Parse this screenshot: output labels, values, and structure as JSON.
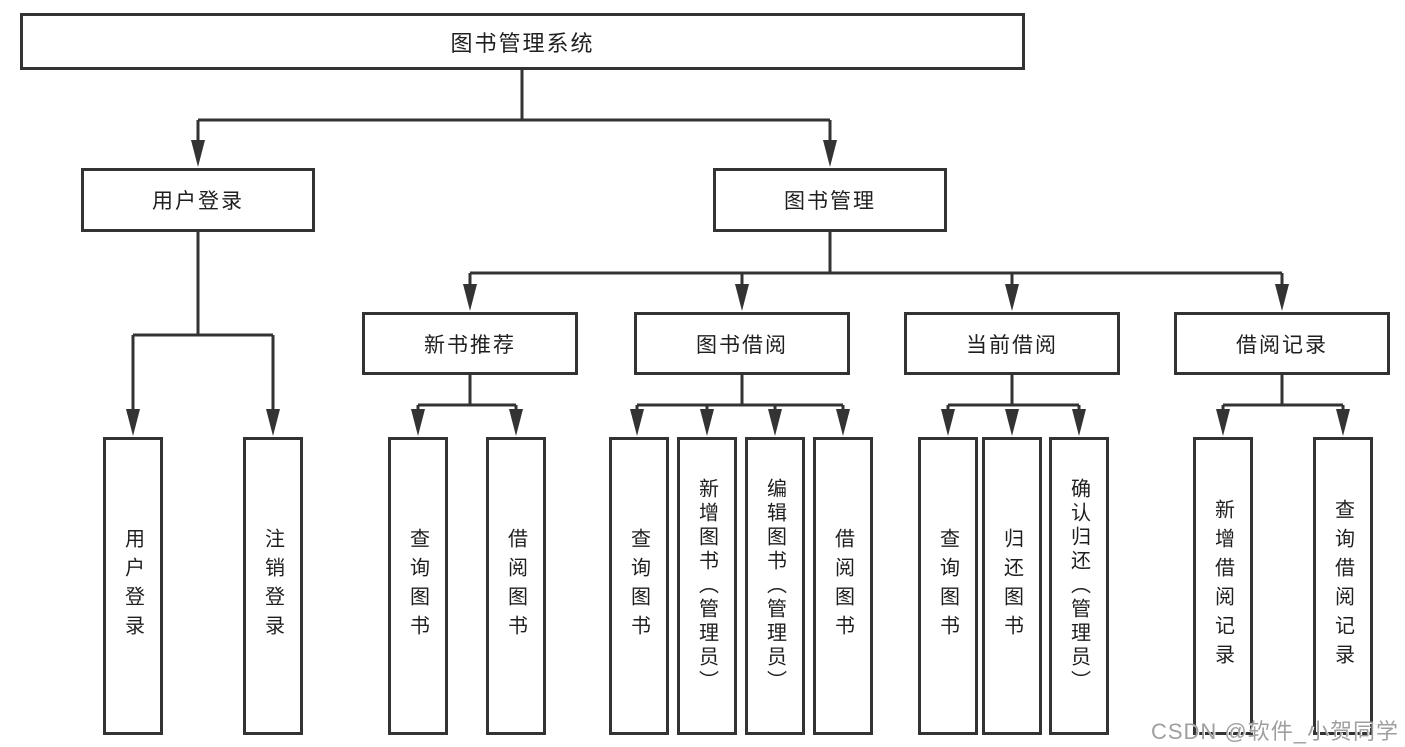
{
  "title": "图书管理系统",
  "nodes": {
    "root": "图书管理系统",
    "user_login": "用户登录",
    "book_mgmt": "图书管理",
    "new_book_rec": "新书推荐",
    "book_borrowing": "图书借阅",
    "current_borrowing": "当前借阅",
    "borrowing_records": "借阅记录"
  },
  "leaves": {
    "user_login": [
      "用户登录",
      "注销登录"
    ],
    "new_book_rec": [
      "查询图书",
      "借阅图书"
    ],
    "book_borrowing": [
      "查询图书",
      "新增图书（管理员）",
      "编辑图书（管理员）",
      "借阅图书"
    ],
    "current_borrowing": [
      "查询图书",
      "归还图书",
      "确认归还（管理员）"
    ],
    "borrowing_records": [
      "新增借阅记录",
      "查询借阅记录"
    ]
  },
  "watermark": "CSDN @软件_小贺同学",
  "colors": {
    "line": "#333333",
    "text": "#1f1f1f",
    "watermark": "#9f9f9f"
  }
}
